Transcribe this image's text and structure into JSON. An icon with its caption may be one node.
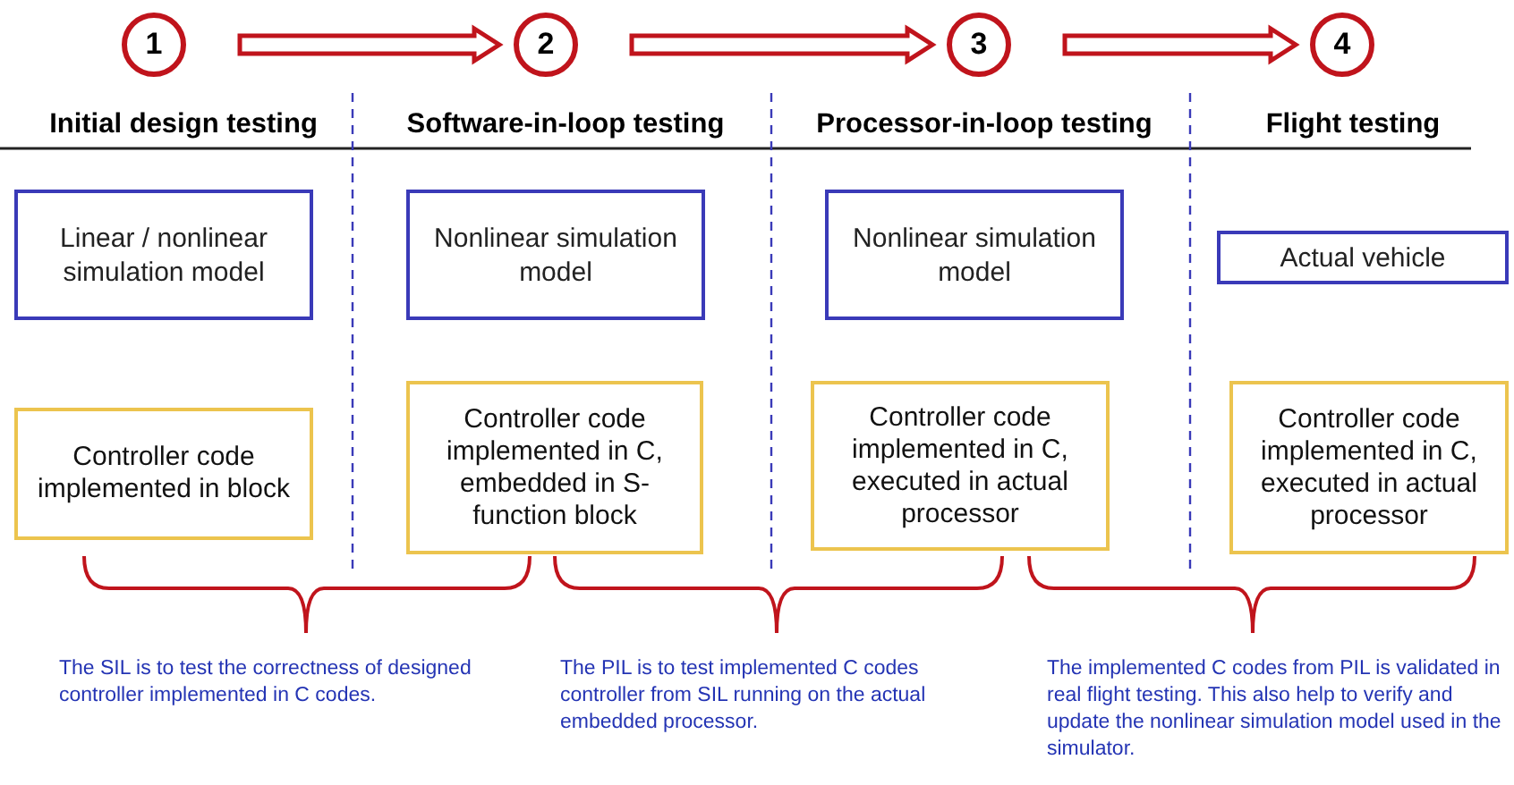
{
  "diagram": {
    "nodes": [
      {
        "text": [
          "1"
        ]
      },
      {
        "text": [
          "2"
        ]
      },
      {
        "text": [
          "3"
        ]
      },
      {
        "text": [
          "4"
        ]
      },
      {
        "text": [
          "Linear / nonlinear simulation model"
        ]
      },
      {
        "text": [
          "Nonlinear simulation model"
        ]
      },
      {
        "text": [
          "Nonlinear simulation model"
        ]
      },
      {
        "text": [
          "Actual vehicle"
        ]
      },
      {
        "text": [
          "Controller code implemented in block"
        ]
      },
      {
        "text": [
          "Controller code implemented in C, embedded in S-function block"
        ]
      },
      {
        "text": [
          "Controller code implemented in C, executed in actual processor"
        ]
      },
      {
        "text": [
          "Controller code implemented in C, executed in actual processor"
        ]
      }
    ],
    "edges": [
      {
        "from": 0,
        "to": 1,
        "arrow": "to",
        "style": "thick",
        "color": "#c0141c"
      },
      {
        "from": 1,
        "to": 2,
        "arrow": "to",
        "style": "thick",
        "color": "#c0141c"
      },
      {
        "from": 2,
        "to": 3,
        "arrow": "to",
        "style": "thick",
        "color": "#c0141c"
      }
    ],
    "labels": [
      "Initial design testing",
      "Software-in-loop testing",
      "Processor-in-loop testing",
      "Flight testing",
      "The SIL is to test the correctness of designed controller implemented in C codes.",
      "The PIL is to test implemented C codes controller from SIL running on the actual embedded processor.",
      "The implemented C codes from PIL is validated in real flight testing. This also help to verify and update the nonlinear simulation model used in the simulator."
    ]
  }
}
